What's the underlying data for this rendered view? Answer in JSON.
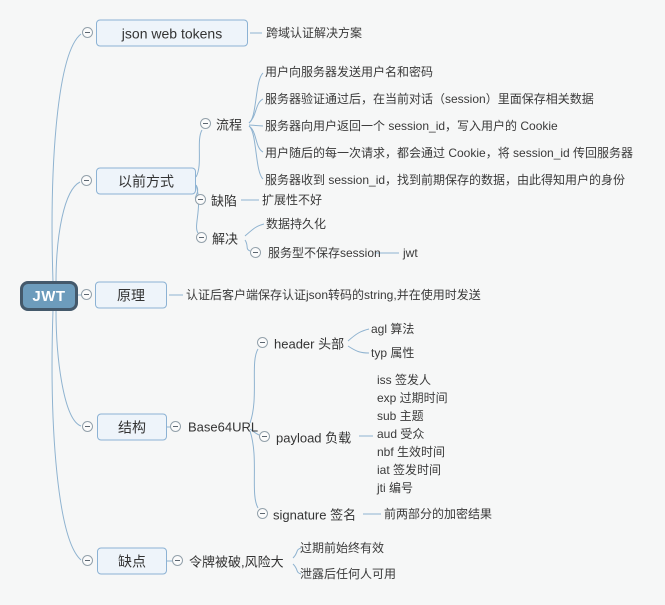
{
  "root": {
    "label": "JWT"
  },
  "branches": {
    "jwt_full": {
      "label": "json web tokens",
      "note": "跨域认证解决方案"
    },
    "old_way": {
      "label": "以前方式",
      "process": {
        "label": "流程",
        "steps": [
          "用户向服务器发送用户名和密码",
          "服务器验证通过后，在当前对话（session）里面保存相关数据",
          "服务器向用户返回一个 session_id，写入用户的 Cookie",
          "用户随后的每一次请求，都会通过 Cookie，将 session_id 传回服务器",
          "服务器收到 session_id，找到前期保存的数据，由此得知用户的身份"
        ]
      },
      "defect": {
        "label": "缺陷",
        "note": "扩展性不好"
      },
      "solution": {
        "label": "解决",
        "persist": "数据持久化",
        "stateless": "服务型不保存session",
        "stateless_note": "jwt"
      }
    },
    "principle": {
      "label": "原理",
      "note": "认证后客户端保存认证json转码的string,并在使用时发送"
    },
    "structure": {
      "label": "结构",
      "encoding": "Base64URL",
      "header": {
        "label": "header 头部",
        "items": [
          "agl 算法",
          "typ 属性"
        ]
      },
      "payload": {
        "label": "payload 负载",
        "fields": [
          "iss 签发人",
          "exp 过期时间",
          "sub 主题",
          "aud 受众",
          "nbf 生效时间",
          "iat 签发时间",
          "jti 编号"
        ]
      },
      "signature": {
        "label": "signature 签名",
        "note": "前两部分的加密结果"
      }
    },
    "drawbacks": {
      "label": "缺点",
      "risk": "令牌被破,风险大",
      "points": [
        "过期前始终有效",
        "泄露后任何人可用"
      ]
    }
  },
  "colors": {
    "root_fill": "#6d9cbc",
    "root_border": "#44596b",
    "box_fill": "#eef4fa",
    "box_border": "#8cb2d4",
    "connector": "#8fb3d0",
    "background": "#f6f7f7"
  }
}
